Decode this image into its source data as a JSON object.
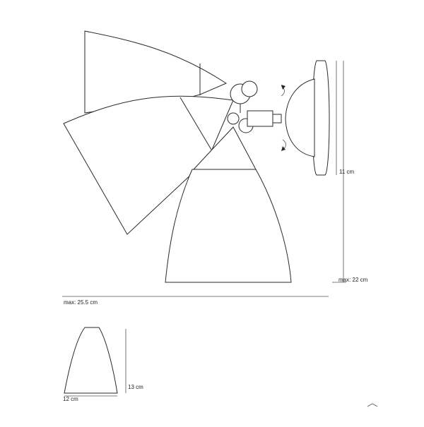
{
  "dimensions": {
    "max_width": "max: 25.5 cm",
    "arm_height": "11 cm",
    "max_height": "max: 22 cm",
    "shade_width": "12 cm",
    "shade_height": "13 cm"
  },
  "colors": {
    "line": "#2a2a2a",
    "background": "#ffffff"
  }
}
